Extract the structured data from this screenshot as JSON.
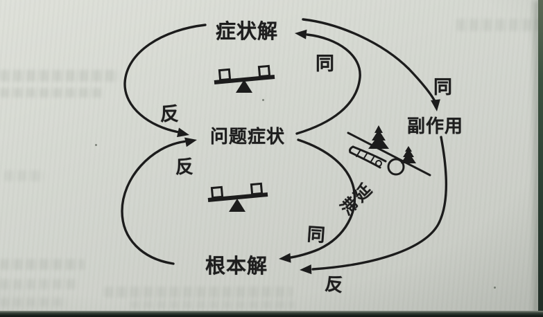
{
  "page": {
    "nodes": {
      "symptomatic_solution": "症状解",
      "problem_symptom": "问题症状",
      "fundamental_solution": "根本解",
      "side_effect": "副作用"
    },
    "labels": {
      "same_top": "同",
      "same_outer": "同",
      "same_bottom": "同",
      "opposite_top_left": "反",
      "opposite_bottom_left": "反",
      "opposite_outer_bottom": "反",
      "delay": "滞延"
    },
    "icons": {
      "balance_scale_top": "balance-scale-icon",
      "balance_scale_bottom": "balance-scale-icon",
      "delay_sketch": "sled-on-slope-delay-icon"
    },
    "colors": {
      "ink": "#1e1e1e",
      "paper": "#d4d7d0",
      "photo_edge": "#1c2520"
    }
  }
}
